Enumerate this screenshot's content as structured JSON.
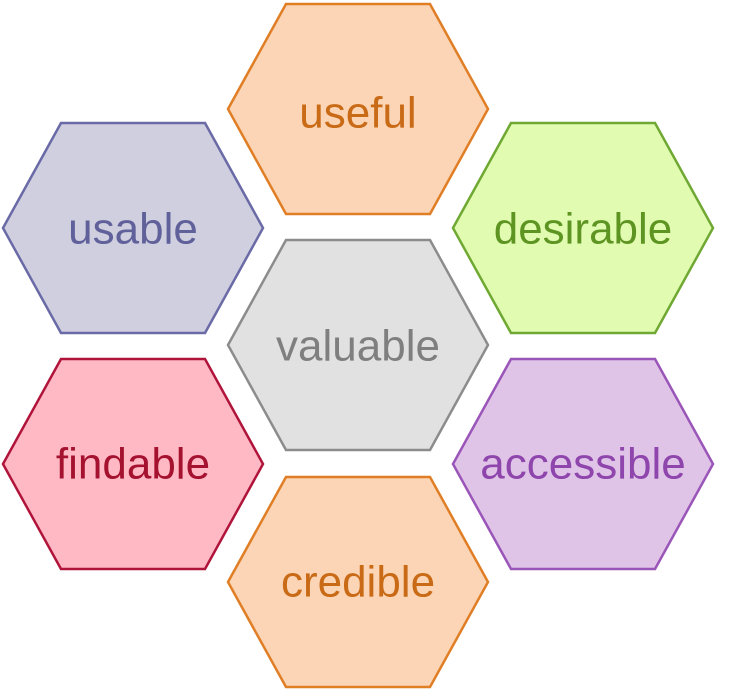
{
  "hexagons": [
    {
      "id": "useful",
      "label": "useful",
      "fill": "#FBD5B5",
      "stroke": "#E07E26",
      "text_color": "#C96A16"
    },
    {
      "id": "usable",
      "label": "usable",
      "fill": "#CFCFE0",
      "stroke": "#6A6AA6",
      "text_color": "#60609A"
    },
    {
      "id": "desirable",
      "label": "desirable",
      "fill": "#E1FCB1",
      "stroke": "#6FA832",
      "text_color": "#5E9422"
    },
    {
      "id": "valuable",
      "label": "valuable",
      "fill": "#E1E1E1",
      "stroke": "#8C8C8C",
      "text_color": "#7F7F7F"
    },
    {
      "id": "findable",
      "label": "findable",
      "fill": "#FFB9C5",
      "stroke": "#B0143A",
      "text_color": "#A5122F"
    },
    {
      "id": "accessible",
      "label": "accessible",
      "fill": "#E0C4E8",
      "stroke": "#9A55B8",
      "text_color": "#8E45AC"
    },
    {
      "id": "credible",
      "label": "credible",
      "fill": "#FBD5B5",
      "stroke": "#E07E26",
      "text_color": "#C96A16"
    }
  ]
}
